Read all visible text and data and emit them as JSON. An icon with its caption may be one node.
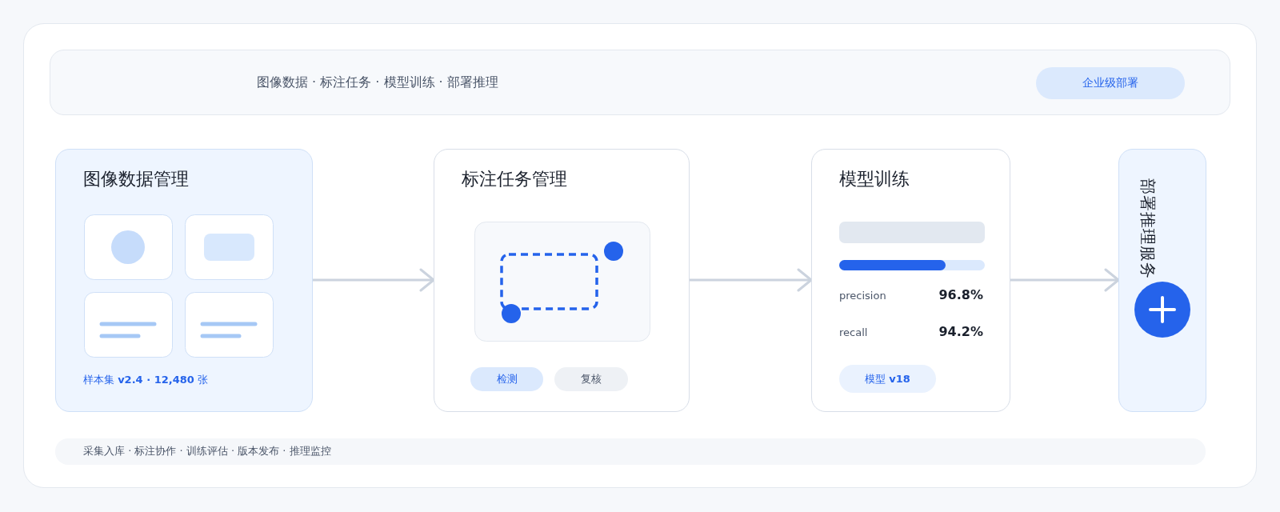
{
  "diagram": {
    "nodes": [
      {
        "text": [
          "图像数据 · 标注任务 · 模型训练 · 部署推理"
        ]
      },
      {
        "text": [
          "企业级部署"
        ],
        "in": 0
      },
      {
        "text": [
          "图像数据管理",
          "样本集 **v2.4 · 12,480** 张"
        ]
      },
      {
        "text": [
          "标注任务管理"
        ]
      },
      {
        "text": [
          "检测"
        ],
        "in": 3
      },
      {
        "text": [
          "复核"
        ],
        "in": 3
      },
      {
        "text": [
          "模型训练"
        ]
      },
      {
        "text": [
          "模型 **v18**"
        ],
        "in": 6
      },
      {
        "text": [
          "部署推理服务"
        ]
      },
      {
        "text": [
          "采集入库 · 标注协作 · 训练评估 · 版本发布 · 推理监控"
        ]
      }
    ],
    "edges": [
      {
        "from": 2,
        "to": 3,
        "arrow": "to"
      },
      {
        "from": 3,
        "to": 6,
        "arrow": "to"
      },
      {
        "from": 6,
        "to": 8,
        "arrow": "to"
      }
    ],
    "labels": [
      "precision",
      "96.8%",
      "recall",
      "94.2%"
    ]
  }
}
